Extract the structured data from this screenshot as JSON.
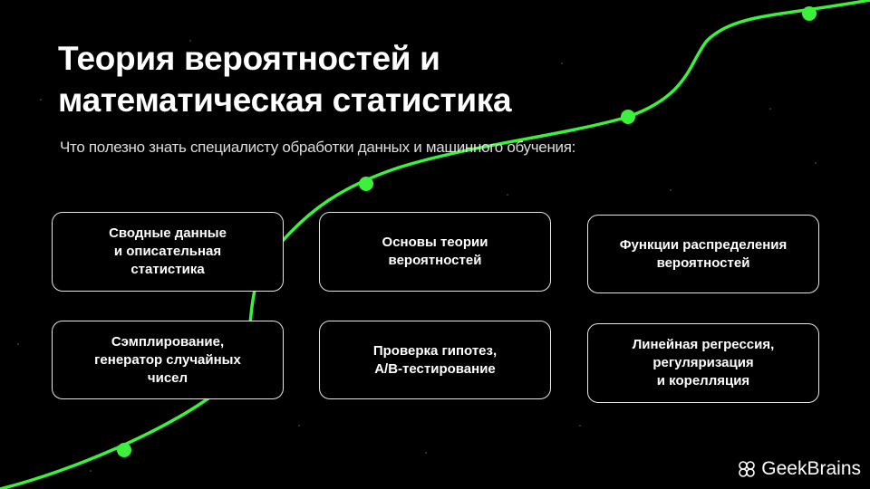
{
  "title_line1": "Теория вероятностей и",
  "title_line2": "математическая статистика",
  "subtitle": "Что полезно знать специалисту обработки данных и машинного обучения:",
  "cards": [
    {
      "label": "Сводные данные\nи описательная\nстатистика"
    },
    {
      "label": "Основы теории\nвероятностей"
    },
    {
      "label": "Функции распределения\nвероятностей"
    },
    {
      "label": "Сэмплирование,\nгенератор случайных\nчисел"
    },
    {
      "label": "Проверка гипотез,\nA/B-тестирование"
    },
    {
      "label": "Линейная регрессия,\nрегуляризация\nи корелляция"
    }
  ],
  "logo": {
    "text": "GeekBrains",
    "icon": "brain-icon"
  },
  "colors": {
    "accent": "#3cf03c",
    "background": "#000000"
  }
}
